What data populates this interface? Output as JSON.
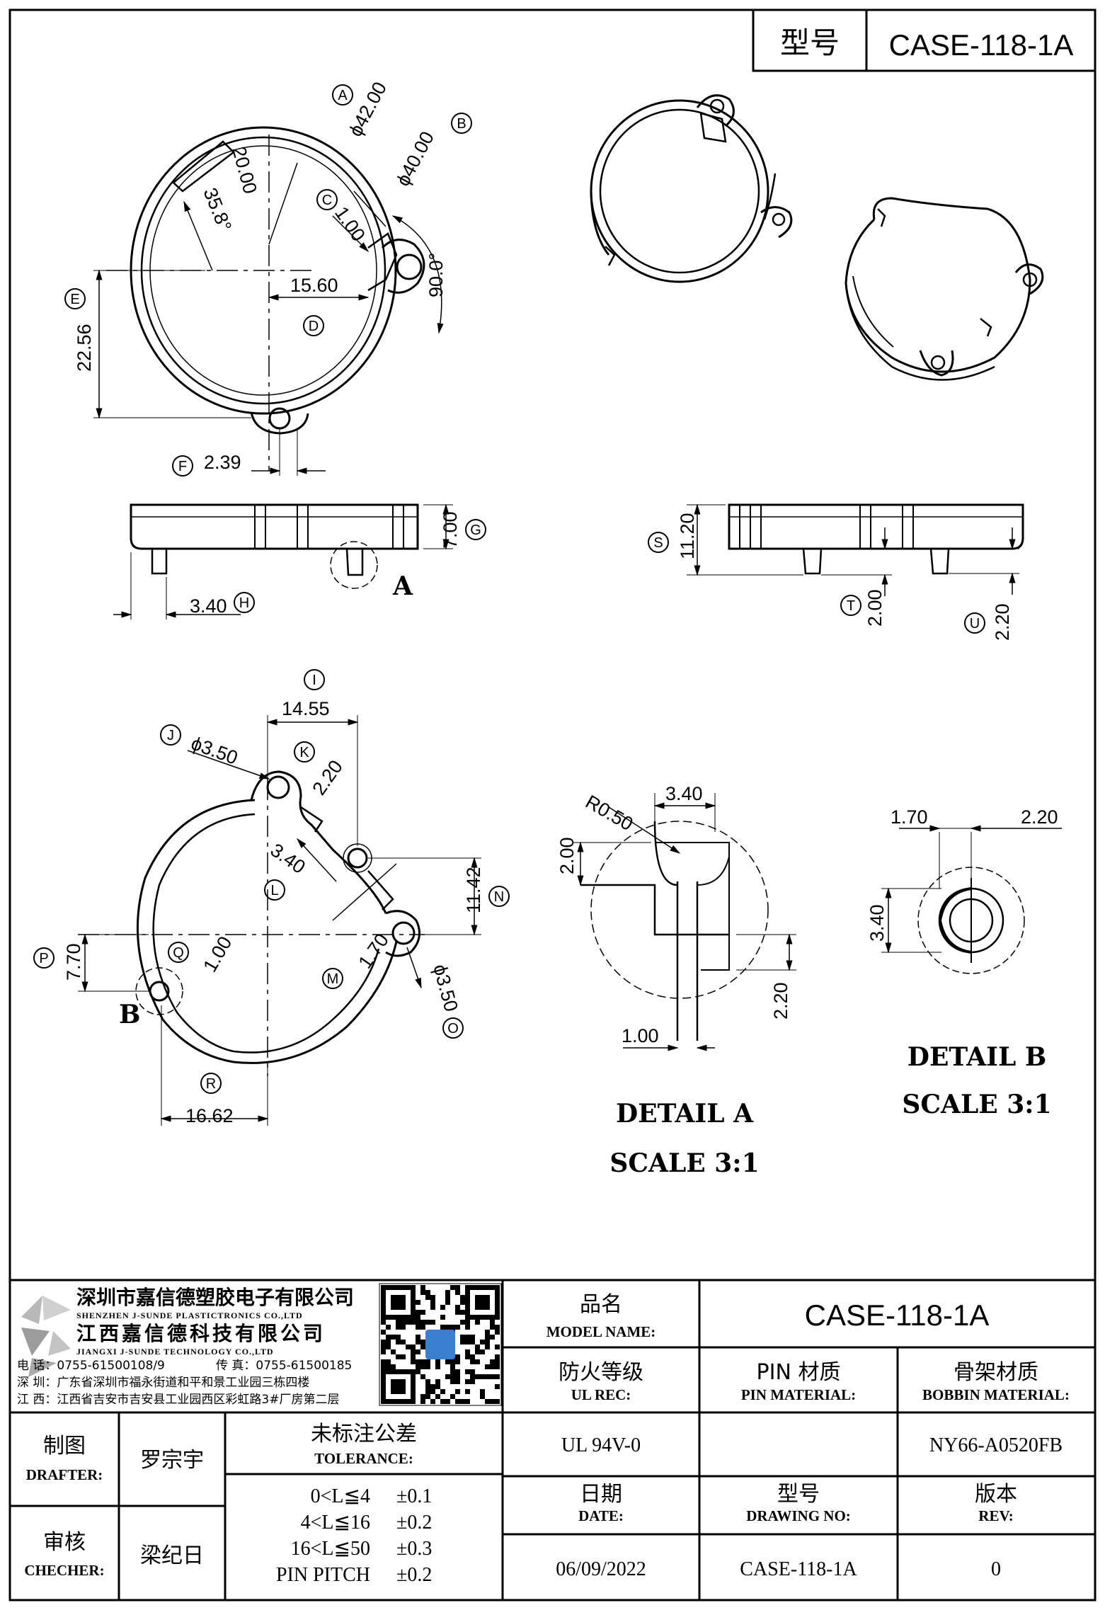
{
  "header": {
    "model_label": "型号",
    "model_value": "CASE-118-1A"
  },
  "callouts": [
    "A",
    "B",
    "C",
    "D",
    "E",
    "F",
    "G",
    "H",
    "I",
    "J",
    "K",
    "L",
    "M",
    "N",
    "O",
    "P",
    "Q",
    "R",
    "S",
    "T",
    "U"
  ],
  "top_view": {
    "dims": {
      "a": "ϕ42.00",
      "b": "ϕ40.00",
      "c": "1.00",
      "r20": "20.00",
      "ang": "35.8°",
      "w": "15.60",
      "ang90": "90.0°",
      "h": "22.56",
      "f": "2.39"
    }
  },
  "side_view_left": {
    "dims": {
      "g": "7.00",
      "h": "3.40"
    },
    "detail_ref": "A"
  },
  "side_view_right": {
    "dims": {
      "s": "11.20",
      "t": "2.00",
      "u": "2.20"
    }
  },
  "bottom_view": {
    "dims": {
      "i": "14.55",
      "j": "ϕ3.50",
      "k": "2.20",
      "l": "3.40",
      "n": "11.42",
      "m": "1.70",
      "o": "ϕ3.50",
      "p": "7.70",
      "q": "1.00",
      "r": "16.62"
    },
    "detail_ref": "B"
  },
  "detail_a": {
    "r": "R0.50",
    "w": "3.40",
    "h": "2.00",
    "h2": "2.20",
    "w2": "1.00",
    "title": "DETAIL A",
    "scale": "SCALE 3:1"
  },
  "detail_b": {
    "w1": "1.70",
    "w2": "2.20",
    "h": "3.40",
    "title": "DETAIL B",
    "scale": "SCALE 3:1"
  },
  "title_block": {
    "company_cn_1": "深圳市嘉信德塑胶电子有限公司",
    "company_en_1": "SHENZHEN J-SUNDE PLASTICTRONICS CO.,LTD",
    "company_cn_2": "江西嘉信德科技有限公司",
    "company_en_2": "JIANGXI J-SUNDE TECHNOLOGY CO.,LTD",
    "tel": "电 话：0755-61500108/9",
    "fax": "传 真：0755-61500185",
    "addr_sz": "深 圳：广东省深圳市福永街道和平和景工业园三栋四楼",
    "addr_jx": "江 西：江西省吉安市吉安县工业园西区彩虹路3#厂房第二层",
    "model_name_cn": "品名",
    "model_name_en": "MODEL NAME:",
    "model_name_value": "CASE-118-1A",
    "ul_cn": "防火等级",
    "ul_en": "UL REC:",
    "ul_value": "UL 94V-0",
    "pin_cn": "PIN 材质",
    "pin_en": "PIN MATERIAL:",
    "pin_value": "",
    "bobbin_cn": "骨架材质",
    "bobbin_en": "BOBBIN MATERIAL:",
    "bobbin_value": "NY66-A0520FB",
    "drafter_cn": "制图",
    "drafter_en": "DRAFTER:",
    "drafter_value": "罗宗宇",
    "checker_cn": "审核",
    "checker_en": "CHECHER:",
    "checker_value": "梁纪日",
    "tol_cn": "未标注公差",
    "tol_en": "TOLERANCE:",
    "tolerances": [
      {
        "range": "0<L≦4",
        "value": "±0.1"
      },
      {
        "range": "4<L≦16",
        "value": "±0.2"
      },
      {
        "range": "16<L≦50",
        "value": "±0.3"
      },
      {
        "range": "PIN PITCH",
        "value": "±0.2"
      }
    ],
    "date_cn": "日期",
    "date_en": "DATE:",
    "date_value": "06/09/2022",
    "drawing_cn": "型号",
    "drawing_en": "DRAWING NO:",
    "drawing_value": "CASE-118-1A",
    "rev_cn": "版本",
    "rev_en": "REV:",
    "rev_value": "0"
  }
}
